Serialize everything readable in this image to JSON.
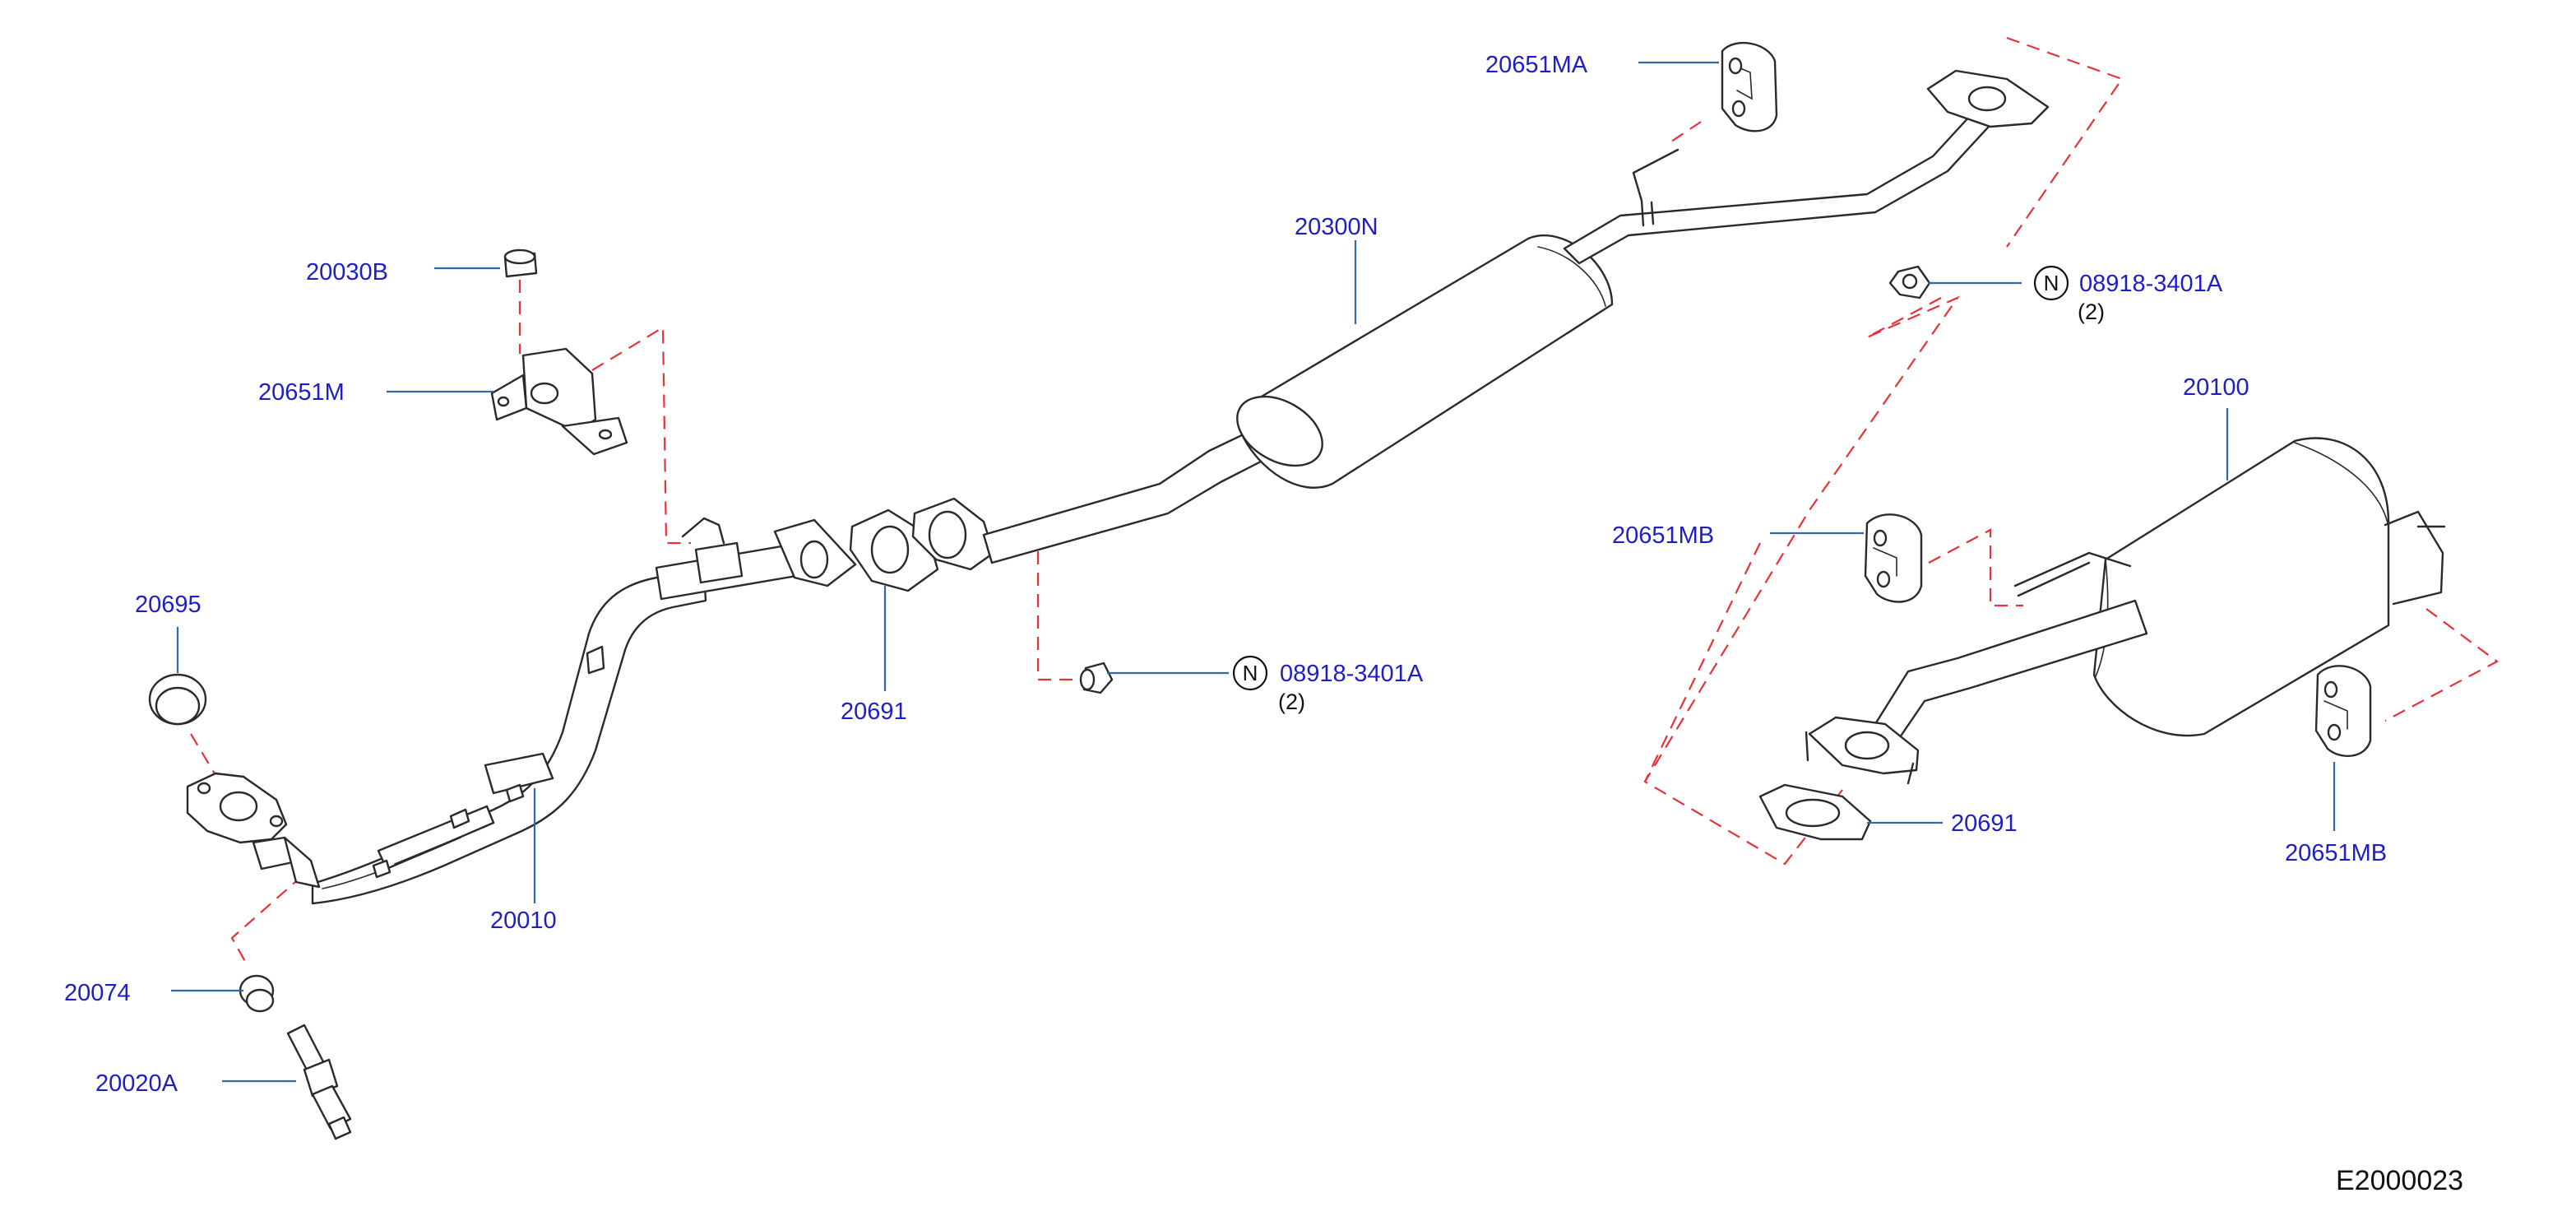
{
  "diagram_ref": "E2000023",
  "parts": {
    "p20651MA": "20651MA",
    "p20300N": "20300N",
    "p20030B": "20030B",
    "p20651M": "20651M",
    "p08918_top": "08918-3401A",
    "p08918_top_qty": "(2)",
    "p20100": "20100",
    "p20651MB_left": "20651MB",
    "p20695": "20695",
    "p20691_mid": "20691",
    "p08918_mid": "08918-3401A",
    "p08918_mid_qty": "(2)",
    "p20691_right": "20691",
    "p20651MB_bottom": "20651MB",
    "p20010": "20010",
    "p20074": "20074",
    "p20020A": "20020A"
  },
  "symbols": {
    "nut_marker": "N"
  },
  "colors": {
    "label": "#1f1fbf",
    "leader": "#2f6aa8",
    "dashed_connector": "#e8323a",
    "linework": "#2a2a2a"
  }
}
